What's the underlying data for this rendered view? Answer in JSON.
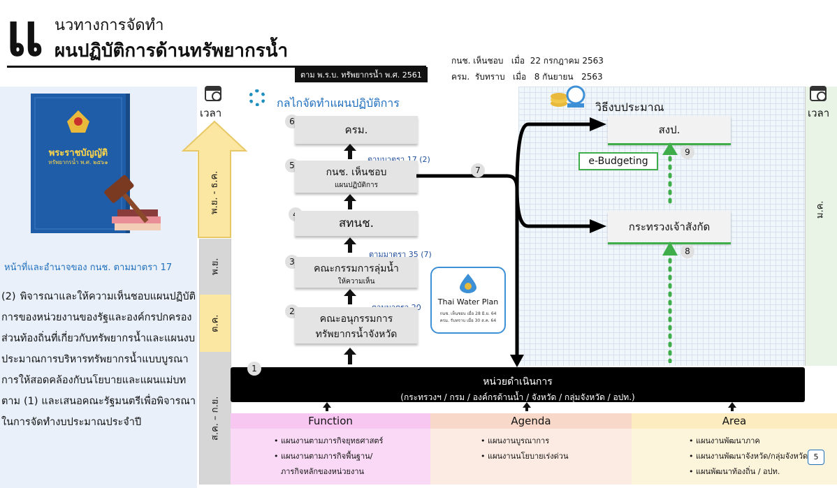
{
  "header": {
    "big_letter": "แ",
    "title_line1": "นวทางการจัดทำ",
    "title_line2": "ผนปฏิบัติการด้านทรัพยากรน้ำ",
    "subtitle": "ตาม พ.ร.บ. ทรัพยากรน้ำ พ.ศ. 2561",
    "approval_1": "กนช. เห็นชอบ   เมื่อ  22 กรกฎาคม 2563",
    "approval_2": "ครม.  รับทราบ   เมื่อ   8 กันยายน   2563"
  },
  "left": {
    "book_title": "พระราชบัญญัติ",
    "book_sub": "ทรัพยากรน้ำ พ.ศ. ๒๕๖๑",
    "duty_heading": "หน้าที่และอำนาจของ กนช. ตามมาตรา 17",
    "duty_text": "(2) พิจารณาและให้ความเห็นชอบแผนปฏิบัติการของหน่วยงานของรัฐและองค์กรปกครองส่วนท้องถิ่นที่เกี่ยวกับทรัพยากรน้ำและแผนงบประมาณการบริหารทรัพยากรน้ำแบบบูรณาการให้สอดคล้องกับนโยบายและแผนแม่บทตาม (1) และเสนอคณะรัฐมนตรีเพื่อพิจารณาในการจัดทำงบประมาณประจำปี"
  },
  "timeline": {
    "left_label": "เวลา",
    "right_label": "เวลา",
    "periods": [
      "พ.ย. - ธ.ค.",
      "พ.ย.",
      "ต.ค.",
      "ส.ค. – ก.ย."
    ],
    "right_period": "ม.ค."
  },
  "mechanism": {
    "heading": "กลไกจัดทำแผนปฏิบัติการ",
    "steps": [
      {
        "num": "6",
        "title": "ครม.",
        "sub": ""
      },
      {
        "num": "5",
        "title": "กนช. เห็นชอบ",
        "sub": "แผนปฏิบัติการ"
      },
      {
        "num": "4",
        "title": "สทนช.",
        "sub": ""
      },
      {
        "num": "3",
        "title": "คณะกรรมการลุ่มน้ำ",
        "sub": "ให้ความเห็น"
      },
      {
        "num": "2",
        "title": "คณะอนุกรรมการ",
        "sub": "ทรัพยากรน้ำจังหวัด"
      }
    ],
    "notes": [
      "ตามมาตรา 17 (2)",
      "ตามมาตรา 35 (7)",
      "ตามมาตรา 20"
    ],
    "step7": "7",
    "step1": "1"
  },
  "twp": {
    "name": "Thai Water Plan",
    "line1": "กนช. เห็นชอบ เมื่อ 28 มิ.ย. 64",
    "line2": "ครม. รับทราบ เมื่อ 30 ส.ค. 64"
  },
  "budget": {
    "heading": "วิธีงบประมาณ",
    "target1": "สงป.",
    "target2": "กระทรวงเจ้าสังกัด",
    "ebudget": "e-Budgeting",
    "step9": "9",
    "step8": "8"
  },
  "exec": {
    "title": "หน่วยดำเนินการ",
    "sub": "(กระทรวงฯ / กรม / องค์กรด้านน้ำ / จังหวัด / กลุ่มจังหวัด / อปท.)"
  },
  "categories": [
    {
      "name": "Function",
      "color": "#f9d9f5",
      "head_color": "#f7c6f1",
      "items": [
        "• แผนงานตามภารกิจยุทธศาสตร์",
        "• แผนงานตามภารกิจพื้นฐาน/",
        "ภารกิจหลักของหน่วยงาน"
      ]
    },
    {
      "name": "Agenda",
      "color": "#fbebe3",
      "head_color": "#f8d9c9",
      "items": [
        "• แผนงานบูรณาการ",
        "• แผนงานนโยบายเร่งด่วน"
      ]
    },
    {
      "name": "Area",
      "color": "#fdf4dc",
      "head_color": "#fcecbf",
      "items": [
        "• แผนงานพัฒนาภาค",
        "• แผนงานพัฒนาจังหวัด/กลุ่มจังหวัด",
        "• แผนพัฒนาท้องถิ่น / อปท."
      ]
    }
  ],
  "page_number": "5",
  "colors": {
    "accent_blue": "#1f6fbf",
    "green": "#3fae4a",
    "arrow_yellow": "#fbe7a2"
  }
}
